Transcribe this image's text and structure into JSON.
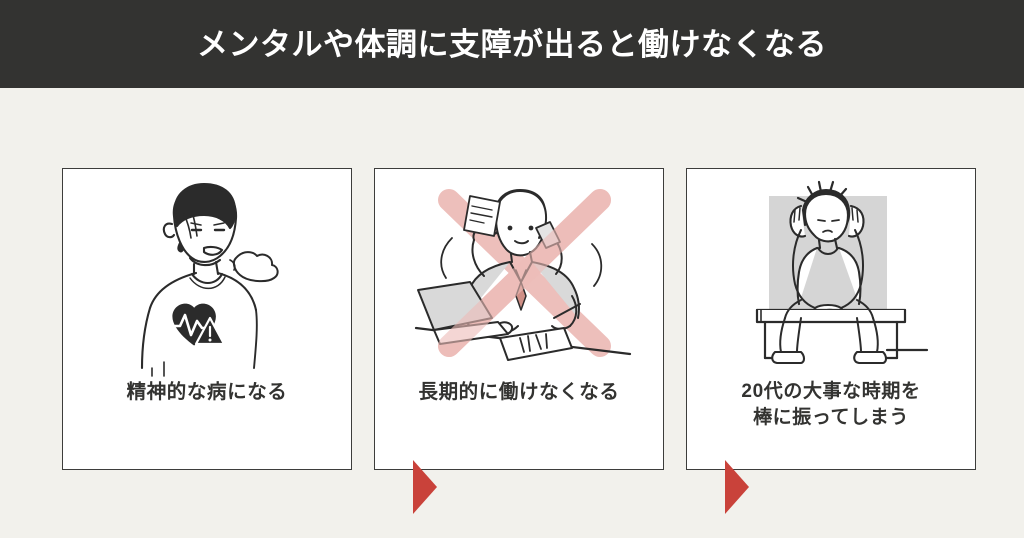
{
  "header": {
    "title": "メンタルや体調に支障が出ると働けなくなる",
    "background_color": "#333331",
    "text_color": "#ffffff"
  },
  "page": {
    "background_color": "#f2f1ec",
    "card_background_color": "#ffffff",
    "card_border_color": "#3d3d3b",
    "accent_color": "#c9423a",
    "illustration_ink_color": "#2b2b2b",
    "illustration_pink_color": "#edbcb8",
    "illustration_gray_color": "#d5d5d5"
  },
  "flow": {
    "arrow_1": {
      "icon": "triangle-right-arrow-icon",
      "color": "#c9423a"
    },
    "arrow_2": {
      "icon": "triangle-right-arrow-icon",
      "color": "#c9423a"
    }
  },
  "cards": [
    {
      "id": "card-1",
      "label": "精神的な病になる",
      "illustration": "sick-person-with-heart-warning-icon"
    },
    {
      "id": "card-2",
      "label": "長期的に働けなくなる",
      "illustration": "overworked-businessman-crossed-out-icon"
    },
    {
      "id": "card-3",
      "label": "20代の大事な時期を\n棒に振ってしまう",
      "illustration": "despairing-person-on-bench-icon"
    }
  ]
}
